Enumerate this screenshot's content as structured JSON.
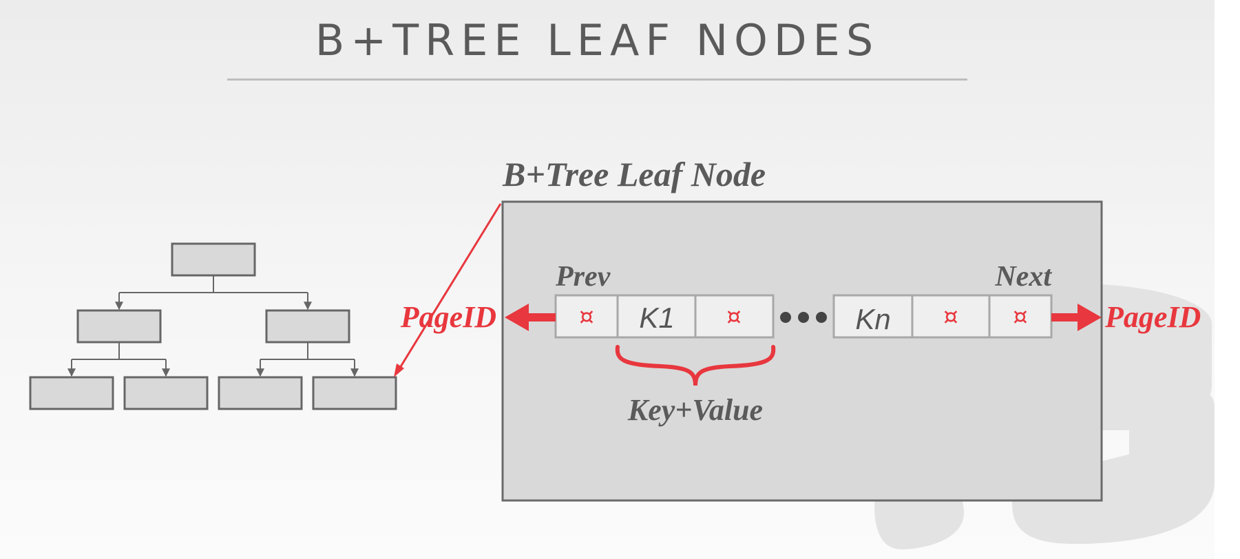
{
  "slide": {
    "title": "B+TREE LEAF NODES"
  },
  "leaf_node": {
    "heading": "B+Tree Leaf Node",
    "prev_label": "Prev",
    "next_label": "Next",
    "left_pageid": "PageID",
    "right_pageid": "PageID",
    "pointer_glyph": "¤",
    "first_key": "K1",
    "last_key": "Kn",
    "brace_label": "Key+Value"
  },
  "colors": {
    "accent": "#e8373e",
    "text": "#5a5a5a",
    "node_fill": "#d9d9d9",
    "border": "#6a6a6a"
  }
}
